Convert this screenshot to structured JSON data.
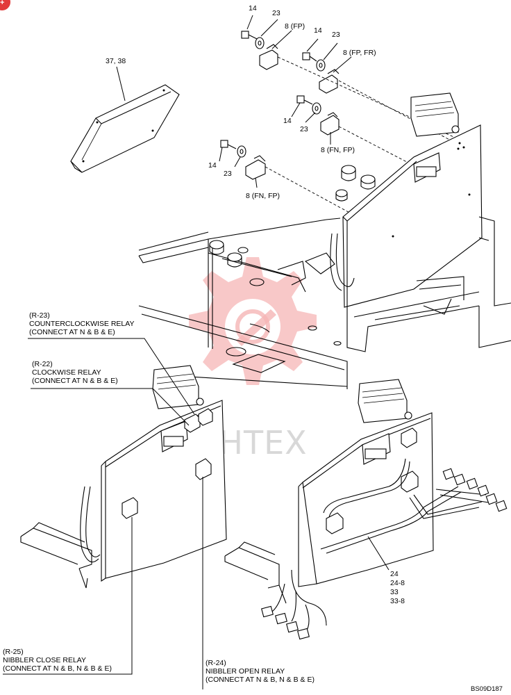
{
  "corner_marker": "+",
  "watermark": {
    "logo": "intex-gear-logo",
    "text": "ИНТЕХ",
    "color": "#f5b5b5"
  },
  "hardware_callouts": {
    "c1_bolt": "14",
    "c1_washer": "23",
    "c1_relay": "8 (FP)",
    "c2_bolt": "14",
    "c2_washer": "23",
    "c2_relay": "8 (FP, FR)",
    "c3_bolt": "14",
    "c3_washer": "23",
    "c3_relay": "8 (FN, FP)",
    "c4_bolt": "14",
    "c4_washer": "23",
    "c4_relay": "8 (FN, FP)"
  },
  "cover_callout": "37, 38",
  "relays": {
    "r23": {
      "code": "(R-23)",
      "line1": "COUNTERCLOCKWISE RELAY",
      "line2": "(CONNECT AT N & B & E)"
    },
    "r22": {
      "code": "(R-22)",
      "line1": "CLOCKWISE RELAY",
      "line2": "(CONNECT AT N & B & E)"
    },
    "r25": {
      "code": "(R-25)",
      "line1": "NIBBLER CLOSE RELAY",
      "line2": "(CONNECT AT N & B, N & B & E)"
    },
    "r24": {
      "code": "(R-24)",
      "line1": "NIBBLER OPEN RELAY",
      "line2": "(CONNECT AT N & B, N & B & E)"
    }
  },
  "harness_callouts": [
    "24",
    "24-8",
    "33",
    "33-8"
  ],
  "drawing_code": "BS09D187"
}
